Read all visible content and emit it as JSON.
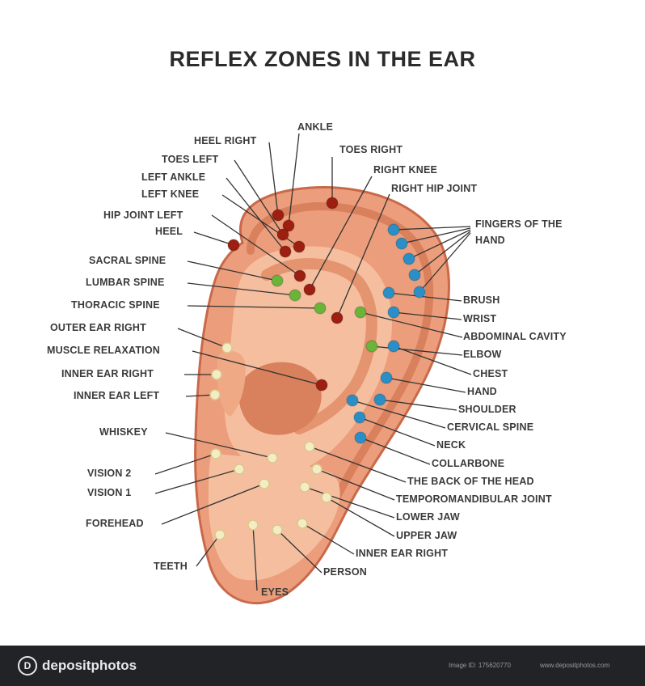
{
  "title": "REFLEX ZONES IN THE EAR",
  "colors": {
    "red_point": "#9c1f12",
    "green_point": "#6cb33a",
    "blue_point": "#2b8fc7",
    "cream_point": "#f4ecc4",
    "ear_outer": "#ec9e7c",
    "ear_inner": "#f5bf9f",
    "ear_shadow": "#d9805d",
    "ear_outline": "#c9694a",
    "line": "#333333"
  },
  "labels": {
    "ankle": "ANKLE",
    "heel_right": "HEEL RIGHT",
    "toes_right": "TOES RIGHT",
    "toes_left": "TOES LEFT",
    "right_knee": "RIGHT KNEE",
    "left_ankle": "LEFT ANKLE",
    "right_hip_joint": "RIGHT HIP JOINT",
    "left_knee": "LEFT KNEE",
    "hip_joint_left": "HIP JOINT LEFT",
    "heel": "HEEL",
    "fingers_of_the_hand": "FINGERS OF THE HAND",
    "sacral_spine": "SACRAL SPINE",
    "lumbar_spine": "LUMBAR SPINE",
    "brush": "BRUSH",
    "thoracic_spine": "THORACIC SPINE",
    "wrist": "WRIST",
    "outer_ear_right": "OUTER EAR RIGHT",
    "abdominal_cavity": "ABDOMINAL CAVITY",
    "muscle_relaxation": "MUSCLE RELAXATION",
    "elbow": "ELBOW",
    "inner_ear_right": "INNER EAR RIGHT",
    "chest": "CHEST",
    "inner_ear_left": "INNER EAR LEFT",
    "hand": "HAND",
    "shoulder": "SHOULDER",
    "cervical_spine": "CERVICAL SPINE",
    "whiskey": "WHISKEY",
    "neck": "NECK",
    "collarbone": "COLLARBONE",
    "vision_2": "VISION 2",
    "the_back_of_the_head": "THE BACK OF THE HEAD",
    "vision_1": "VISION 1",
    "temporomandibular_joint": "TEMPOROMANDIBULAR JOINT",
    "lower_jaw": "LOWER JAW",
    "forehead": "FOREHEAD",
    "upper_jaw": "UPPER JAW",
    "inner_ear_right_2": "INNER EAR RIGHT",
    "teeth": "TEETH",
    "person": "PERSON",
    "eyes": "EYES"
  },
  "footer": {
    "brand": "depositphotos",
    "image_id": "Image ID: 175620770",
    "url": "www.depositphotos.com"
  }
}
